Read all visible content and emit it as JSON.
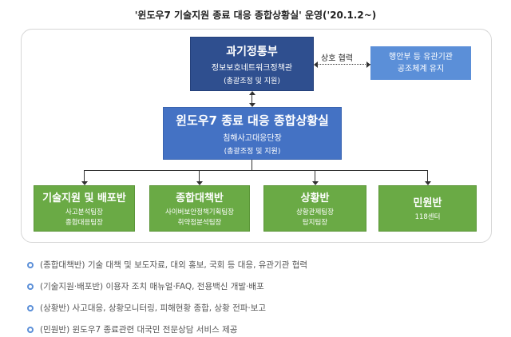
{
  "title": "'윈도우7 기술지원 종료 대응 종합상황실' 운영('20.1.2~)",
  "top": {
    "title": "과기정통부",
    "sub": "정보보호네트워크정책관",
    "note": "(총괄조정 및 지원)"
  },
  "cooperation": {
    "label": "상호 협력",
    "partner_line1": "행안부 등 유관기관",
    "partner_line2": "공조체계 유지"
  },
  "center": {
    "title": "윈도우7 종료 대응 종합상황실",
    "sub": "침해사고대응단장",
    "note": "(총괄조정 및 지원)"
  },
  "teams": [
    {
      "title": "기술지원 및 배포반",
      "members": [
        "사고분석팀장",
        "종합대응팀장"
      ]
    },
    {
      "title": "종합대책반",
      "members": [
        "사이버보안정책기획팀장",
        "취약점분석팀장"
      ]
    },
    {
      "title": "상황반",
      "members": [
        "상황관제팀장",
        "탐지팀장"
      ]
    },
    {
      "title": "민원반",
      "members": [
        "118센터"
      ]
    }
  ],
  "notes": [
    "(종합대책반) 기술 대책 및 보도자료, 대외 홍보, 국회 등 대응, 유관기관 협력",
    "(기술지원·배포반) 이용자 조치 매뉴얼·FAQ, 전용백신 개발·배포",
    "(상황반) 사고대응, 상황모니터링, 피해현황 종합, 상황 전파·보고",
    "(민원반) 윈도우7 종료관련 대국민 전문상담 서비스 제공"
  ],
  "colors": {
    "top_box": "#2f4f8f",
    "coop_box": "#5b8fd8",
    "center_box": "#4472c4",
    "team_box": "#6aaa45",
    "note_bullet": "#5b8fd8"
  }
}
